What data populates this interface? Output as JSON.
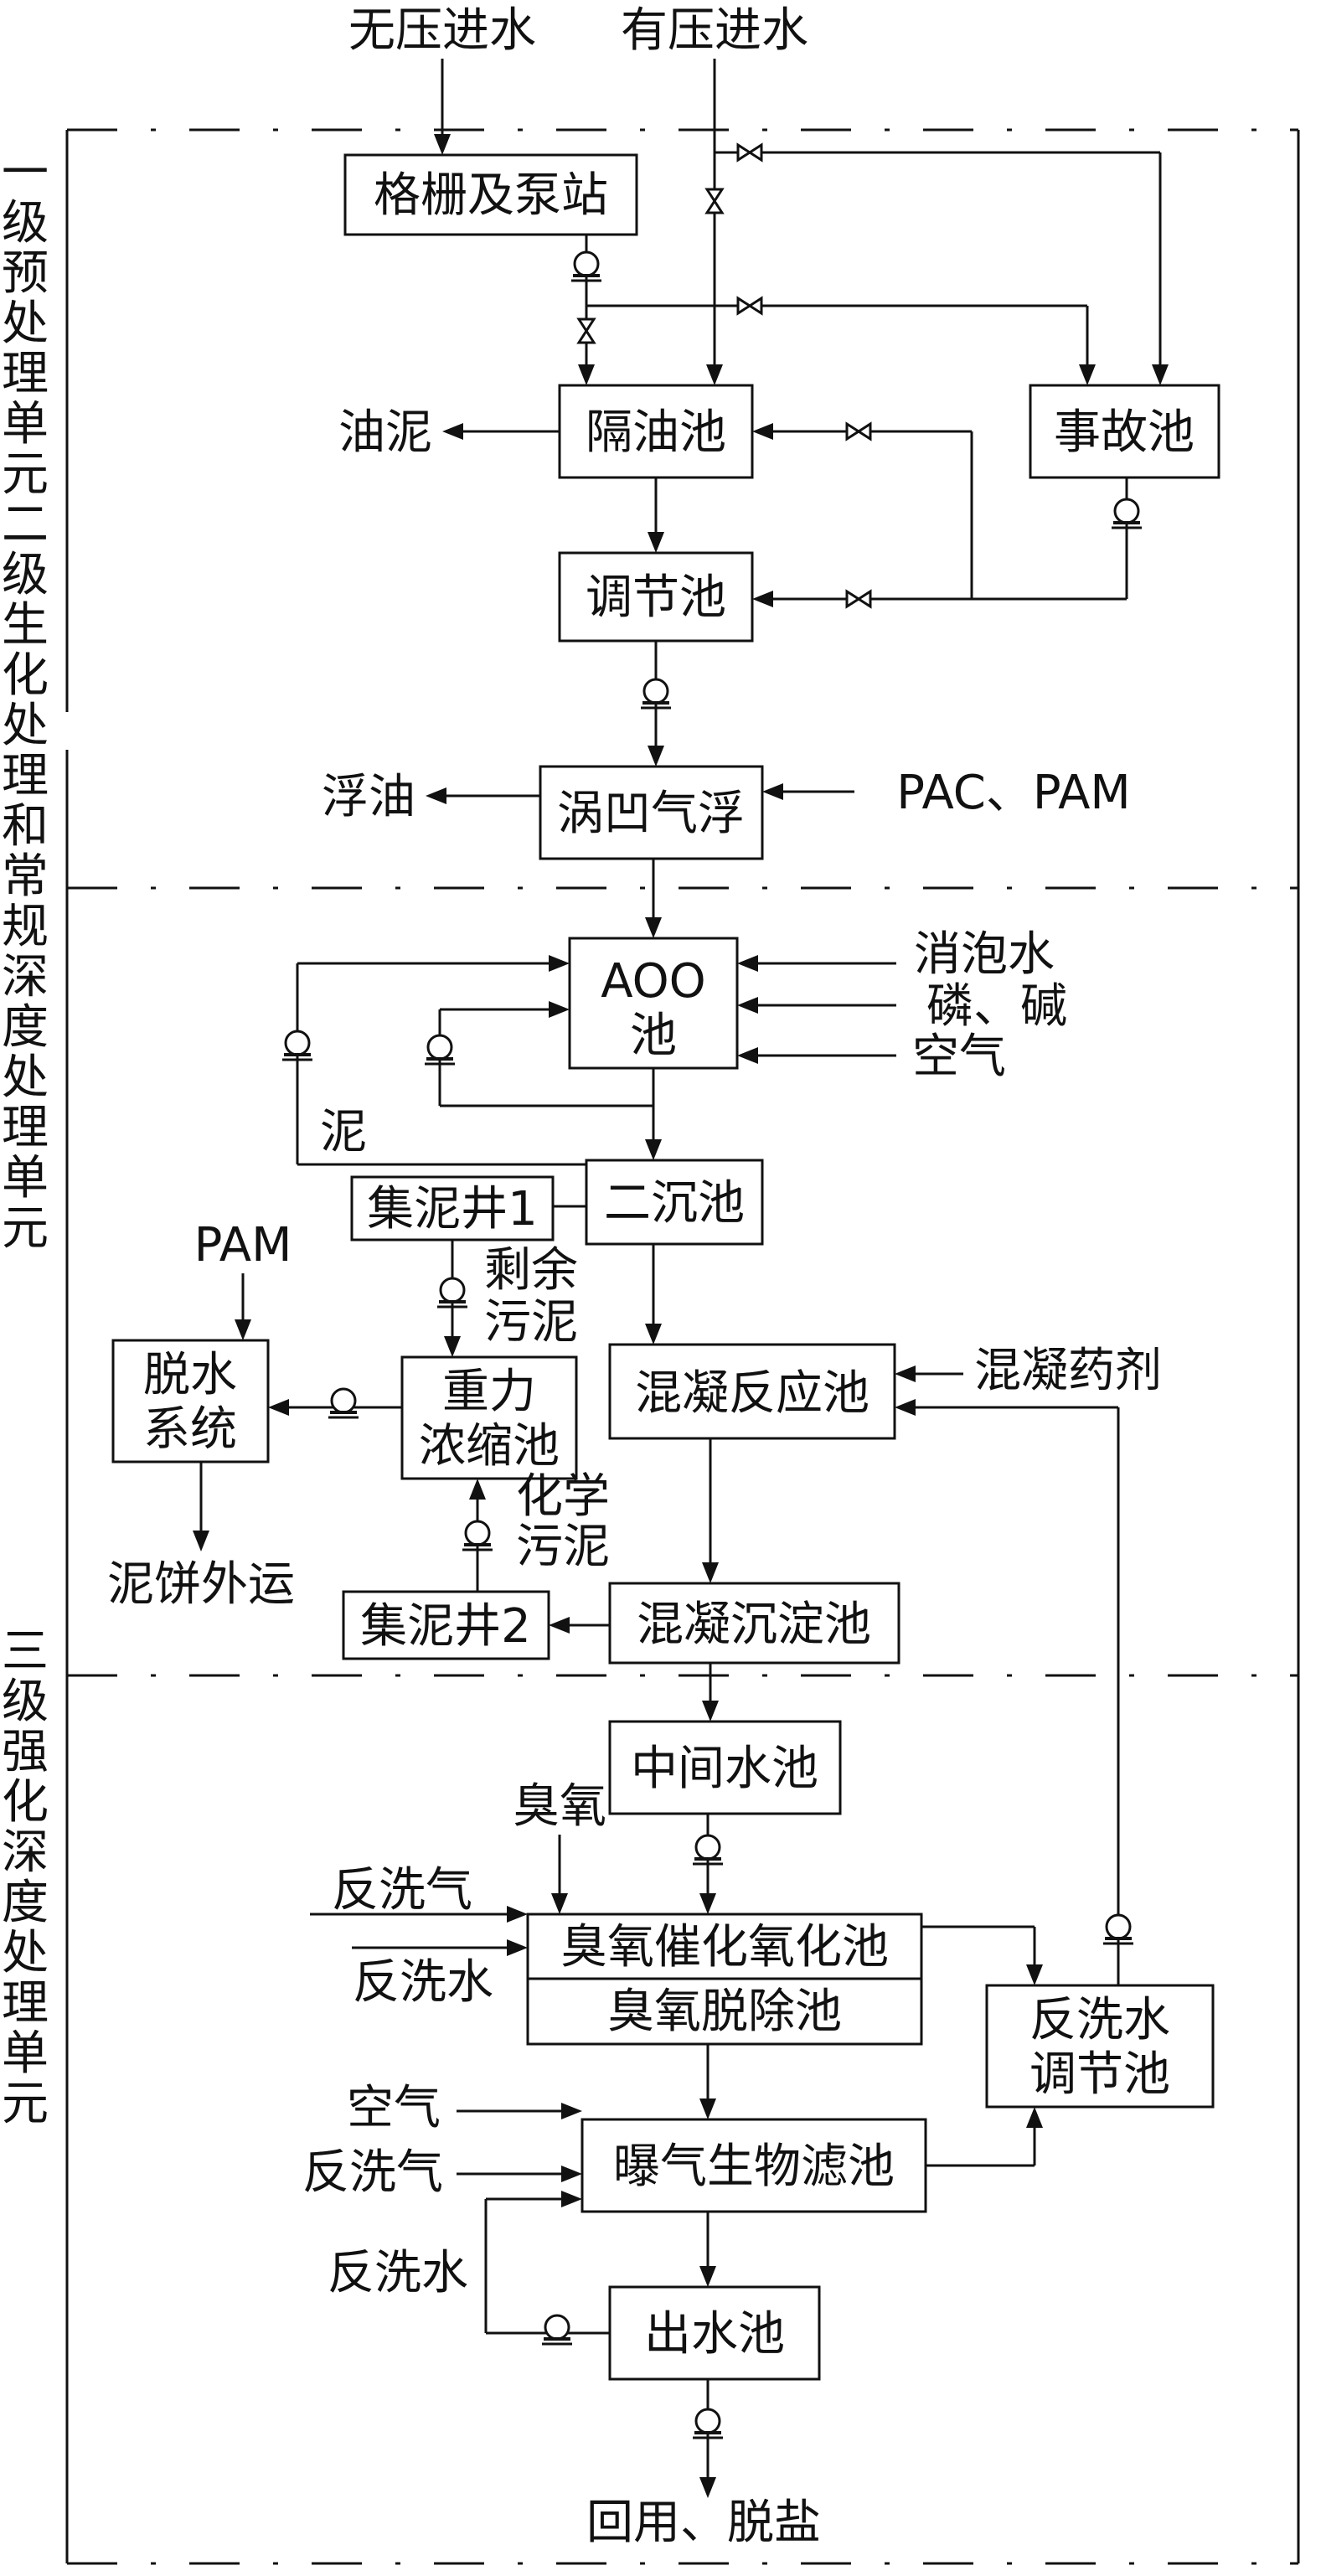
{
  "inputs": {
    "unpressurized": "无压进水",
    "pressurized": "有压进水"
  },
  "units": {
    "unit1": "一级预处理单元",
    "unit2": "二级生化处理和常规深度处理单元",
    "unit3": "三级强化深度处理单元"
  },
  "boxes": {
    "grille": "格栅及泵站",
    "oil_sep": "隔油池",
    "accident": "事故池",
    "regulate": "调节池",
    "vortex": "涡凹气浮",
    "aoo_1": "AOO",
    "aoo_2": "池",
    "secondary": "二沉池",
    "well1": "集泥井1",
    "thicken_1": "重力",
    "thicken_2": "浓缩池",
    "dewater_1": "脱水",
    "dewater_2": "系统",
    "coag_react": "混凝反应池",
    "well2": "集泥井2",
    "coag_settle": "混凝沉淀池",
    "mid_pool": "中间水池",
    "ozone_cat": "臭氧催化氧化池",
    "ozone_rm": "臭氧脱除池",
    "backwash_1": "反洗水",
    "backwash_2": "调节池",
    "baf": "曝气生物滤池",
    "outlet": "出水池"
  },
  "labels": {
    "oil_sludge": "油泥",
    "float_oil": "浮油",
    "pac_pam": "PAC、PAM",
    "defoam": "消泡水",
    "p_base": "磷、碱",
    "air1": "空气",
    "sludge": "泥",
    "pam": "PAM",
    "excess_1": "剩余",
    "excess_2": "污泥",
    "cake": "泥饼外运",
    "chem_1": "化学",
    "chem_2": "污泥",
    "coag_agent": "混凝药剂",
    "ozone": "臭氧",
    "bw_gas1": "反洗气",
    "bw_water1": "反洗水",
    "air2": "空气",
    "bw_gas2": "反洗气",
    "bw_water2": "反洗水",
    "reuse": "回用、脱盐"
  }
}
